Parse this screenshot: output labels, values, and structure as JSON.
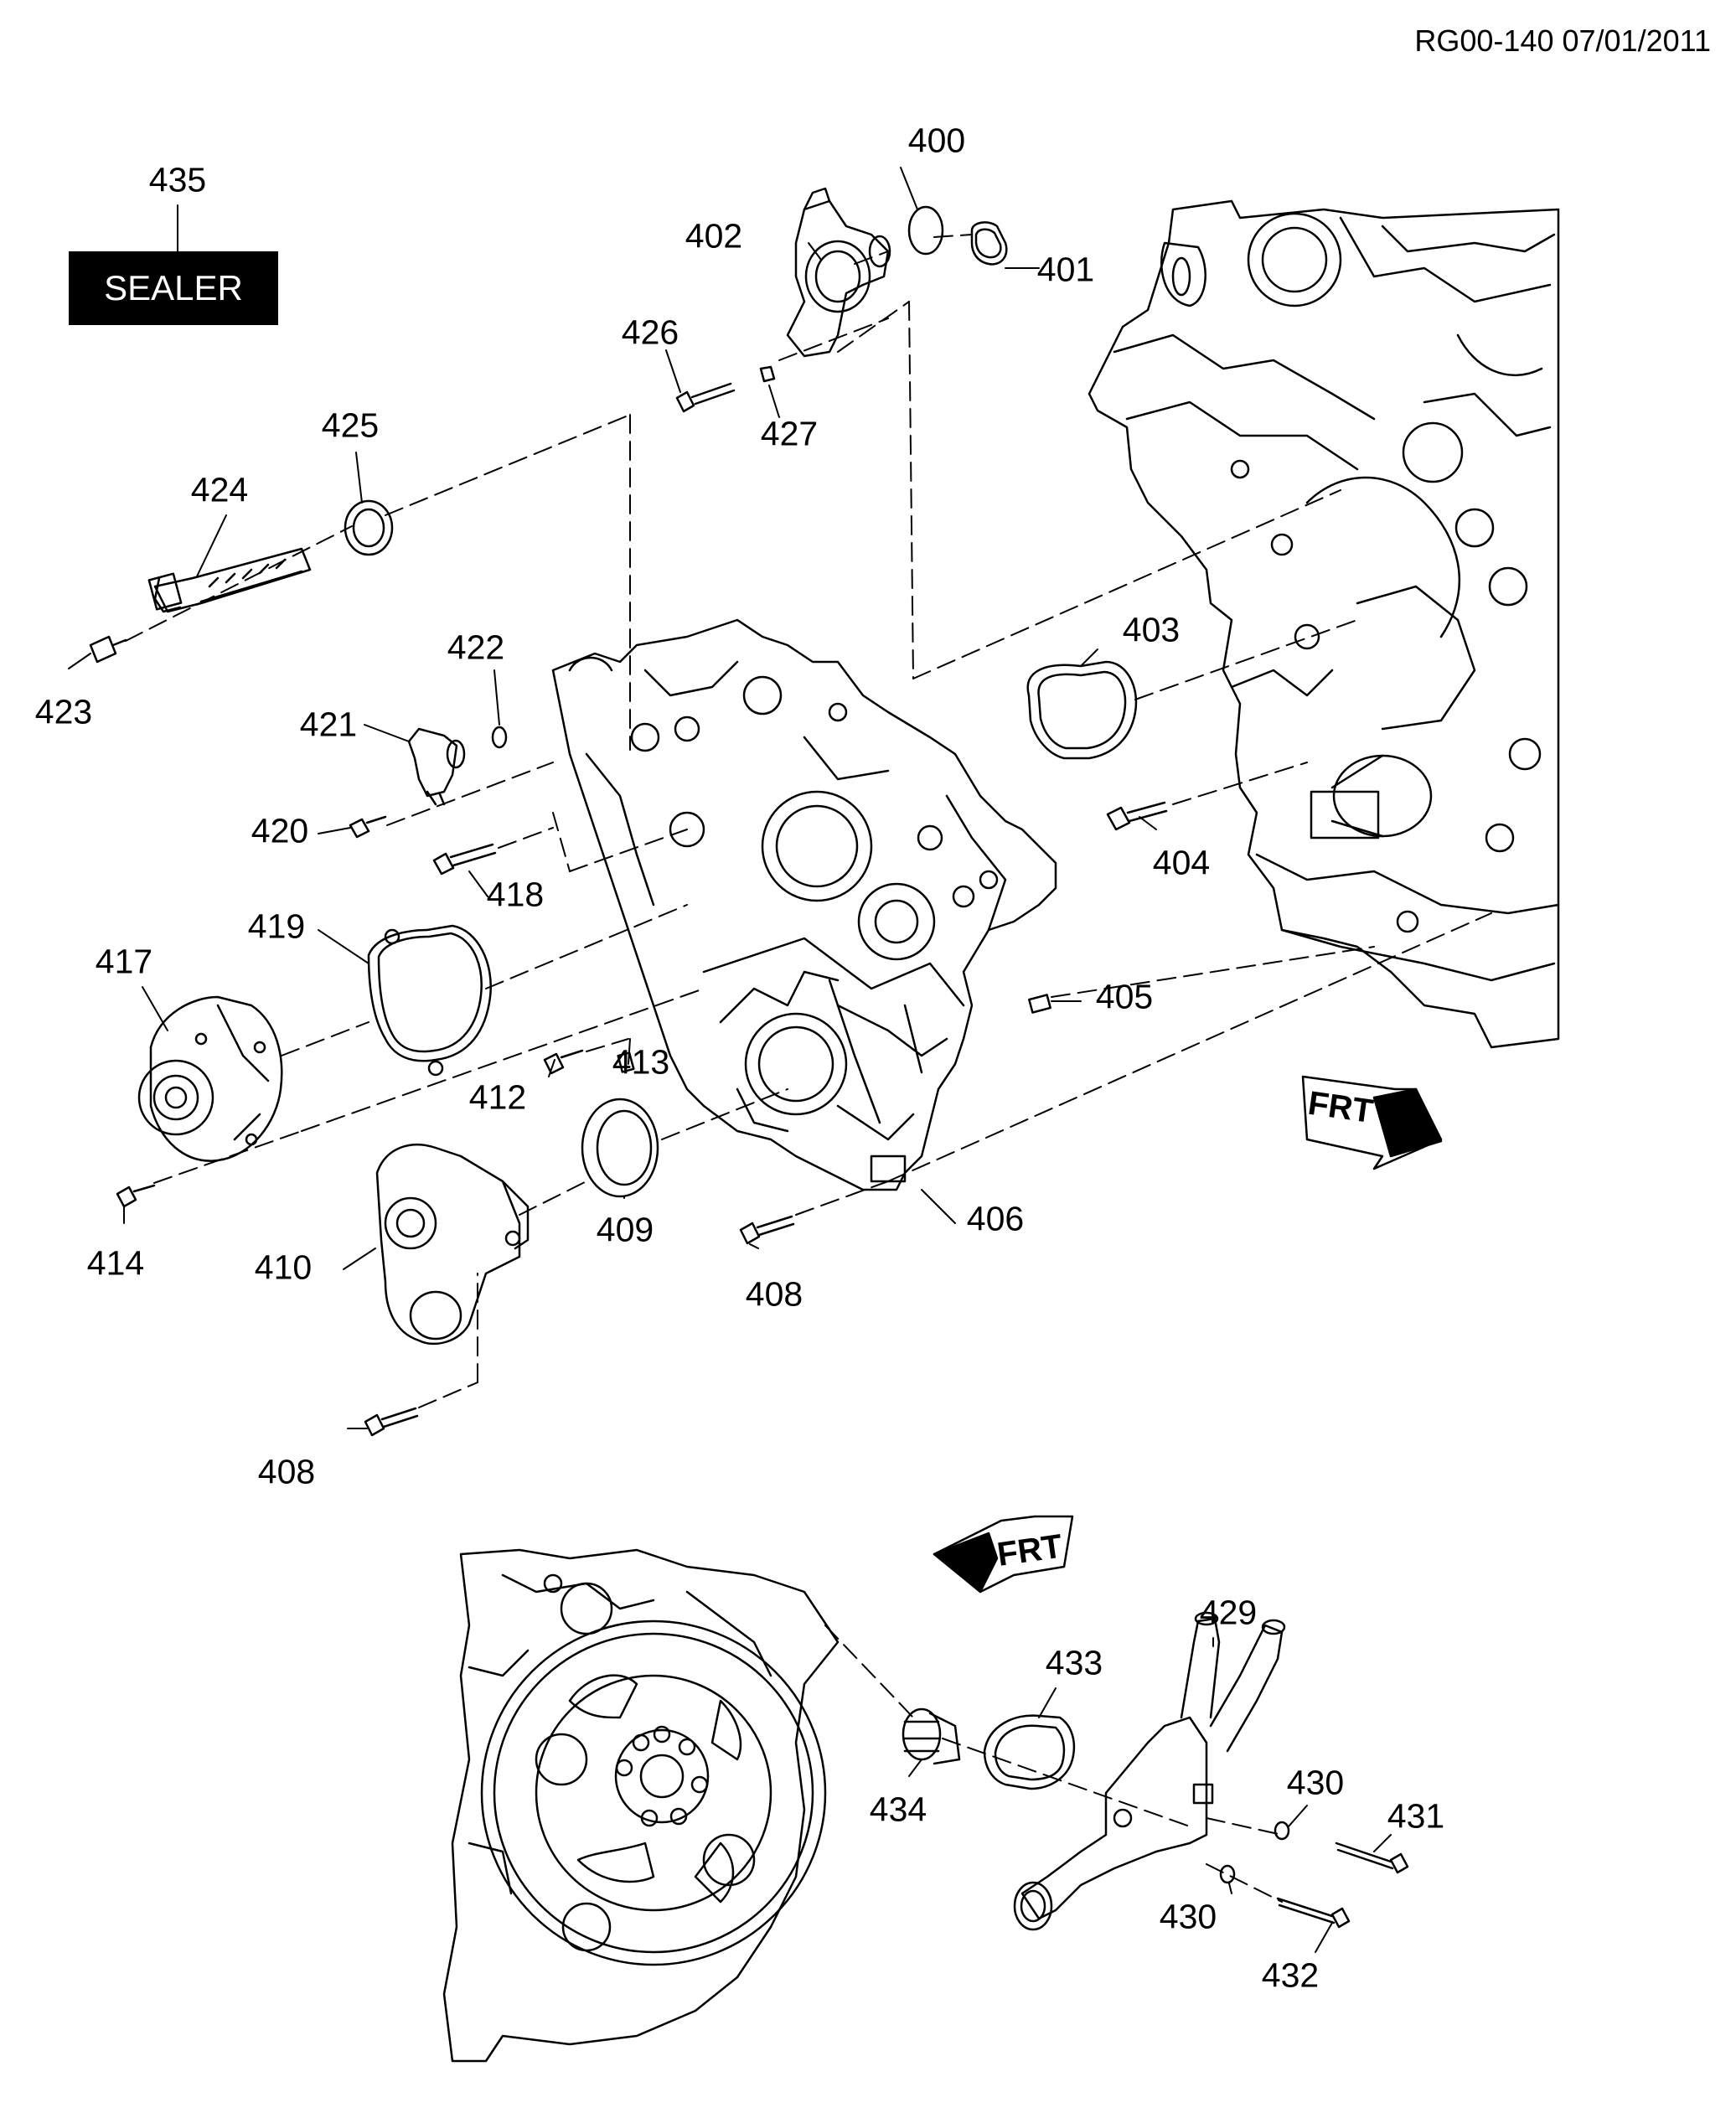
{
  "document_id": "RG00-140 07/01/2011",
  "sealer_label": "SEALER",
  "front_marker_text": "FRT",
  "callouts": {
    "c400": "400",
    "c401": "401",
    "c402": "402",
    "c403": "403",
    "c404": "404",
    "c405": "405",
    "c406": "406",
    "c408a": "408",
    "c408b": "408",
    "c409": "409",
    "c410": "410",
    "c412": "412",
    "c413": "413",
    "c414": "414",
    "c417": "417",
    "c418": "418",
    "c419": "419",
    "c420": "420",
    "c421": "421",
    "c422": "422",
    "c423": "423",
    "c424": "424",
    "c425": "425",
    "c426": "426",
    "c427": "427",
    "c429": "429",
    "c430a": "430",
    "c430b": "430",
    "c431": "431",
    "c432": "432",
    "c433": "433",
    "c434": "434",
    "c435": "435"
  }
}
